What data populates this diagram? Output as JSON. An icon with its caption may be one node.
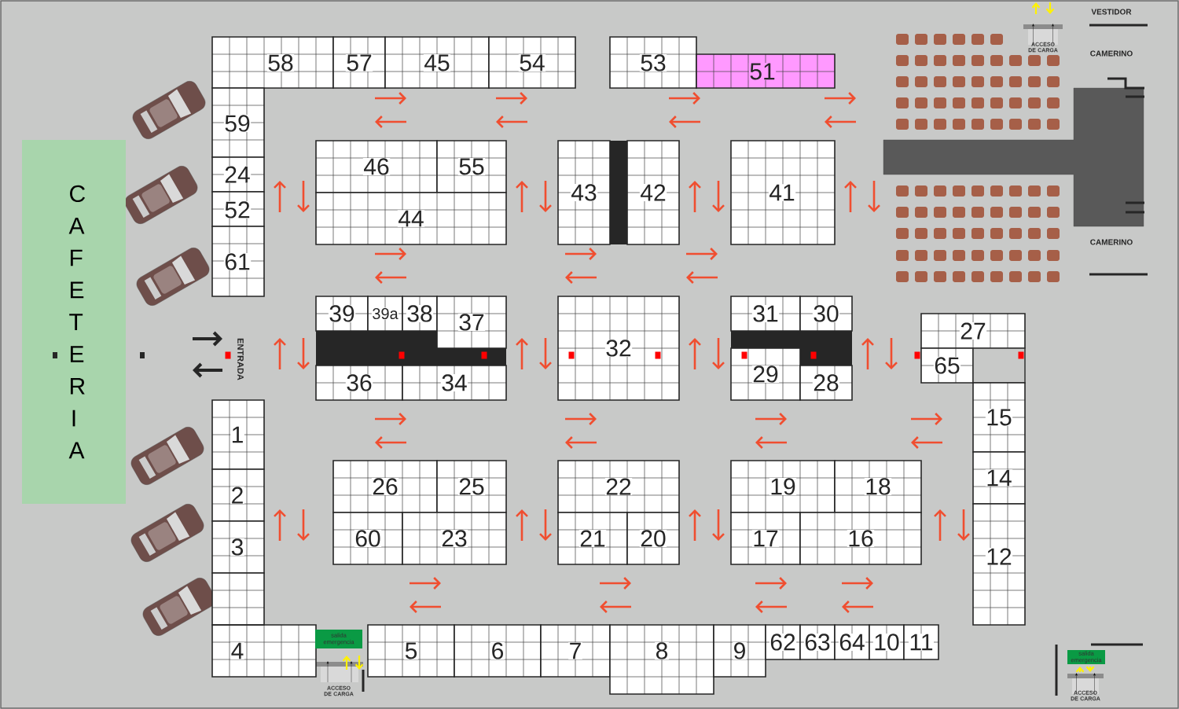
{
  "diagram": {
    "nodes": [
      {
        "text": [
          "C A F E T E R I A"
        ]
      },
      {
        "text": [
          "58"
        ]
      },
      {
        "text": [
          "57"
        ]
      },
      {
        "text": [
          "45"
        ]
      },
      {
        "text": [
          "54"
        ]
      },
      {
        "text": [
          "53"
        ]
      },
      {
        "text": [
          "51"
        ]
      },
      {
        "text": [
          "59"
        ]
      },
      {
        "text": [
          "46"
        ]
      },
      {
        "text": [
          "55"
        ]
      },
      {
        "text": [
          "43"
        ]
      },
      {
        "text": [
          "42"
        ]
      },
      {
        "text": [
          "41"
        ]
      },
      {
        "text": [
          "24"
        ]
      },
      {
        "text": [
          "52"
        ]
      },
      {
        "text": [
          "44"
        ]
      },
      {
        "text": [
          "61"
        ]
      },
      {
        "text": [
          "39"
        ]
      },
      {
        "text": [
          "39a"
        ]
      },
      {
        "text": [
          "38"
        ]
      },
      {
        "text": [
          "37"
        ]
      },
      {
        "text": [
          "31"
        ]
      },
      {
        "text": [
          "30"
        ]
      },
      {
        "text": [
          "32"
        ]
      },
      {
        "text": [
          "27"
        ]
      },
      {
        "text": [
          "36"
        ]
      },
      {
        "text": [
          "34"
        ]
      },
      {
        "text": [
          "29"
        ]
      },
      {
        "text": [
          "28"
        ]
      },
      {
        "text": [
          "65"
        ]
      },
      {
        "text": [],
        "shape": "box"
      },
      {
        "text": [
          "15"
        ]
      },
      {
        "text": [
          "1"
        ]
      },
      {
        "text": [
          "26"
        ]
      },
      {
        "text": [
          "25"
        ]
      },
      {
        "text": [
          "22"
        ]
      },
      {
        "text": [
          "19"
        ]
      },
      {
        "text": [
          "18"
        ]
      },
      {
        "text": [
          "2"
        ]
      },
      {
        "text": [
          "14"
        ]
      },
      {
        "text": [
          "60"
        ]
      },
      {
        "text": [
          "23"
        ]
      },
      {
        "text": [
          "21"
        ]
      },
      {
        "text": [
          "20"
        ]
      },
      {
        "text": [
          "17"
        ]
      },
      {
        "text": [
          "16"
        ]
      },
      {
        "text": [
          "3"
        ]
      },
      {
        "text": [
          "12"
        ]
      },
      {
        "text": [
          "4"
        ]
      },
      {
        "text": [
          "5"
        ]
      },
      {
        "text": [
          "6"
        ]
      },
      {
        "text": [
          "7"
        ]
      },
      {
        "text": [
          "8"
        ]
      },
      {
        "text": [
          "9"
        ]
      },
      {
        "text": [
          "62"
        ]
      },
      {
        "text": [
          "63"
        ]
      },
      {
        "text": [
          "64"
        ]
      },
      {
        "text": [
          "10"
        ]
      },
      {
        "text": [
          "11"
        ]
      },
      {
        "text": [
          "salida emergencia"
        ]
      },
      {
        "text": [
          "salida emergencia"
        ]
      }
    ],
    "labels": [
      "VESTIDOR",
      "ACCESO DE CARGA",
      "CAMERINO",
      "CAMERINO",
      "ENTRADA",
      "ACCESO DE CARGA",
      "ACCESO DE CARGA"
    ]
  }
}
